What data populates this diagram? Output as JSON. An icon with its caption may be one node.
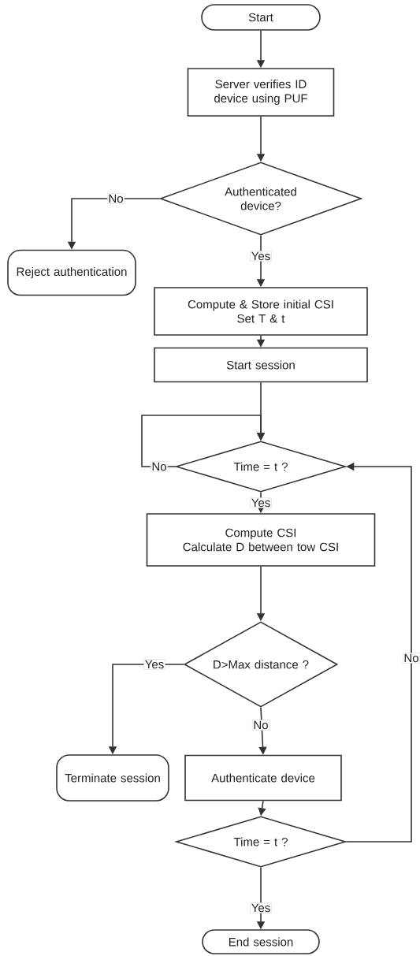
{
  "diagram": {
    "nodes": [
      {
        "text": [
          "Start"
        ]
      },
      {
        "text": [
          "Server verifies ID device using PUF"
        ]
      },
      {
        "text": [
          "Authenticated device?"
        ]
      },
      {
        "text": [
          "Reject authentication"
        ]
      },
      {
        "text": [
          "Compute & Store initial CSI",
          "Set T & t"
        ]
      },
      {
        "text": [
          "Start session"
        ]
      },
      {
        "text": [
          "Time = t ?"
        ]
      },
      {
        "text": [
          "Compute CSI",
          "Calculate D between tow CSI"
        ]
      },
      {
        "text": [
          "D>Max distance ?"
        ]
      },
      {
        "text": [
          "Terminate session"
        ]
      },
      {
        "text": [
          "Authenticate device"
        ]
      },
      {
        "text": [
          "Time = t ?"
        ]
      },
      {
        "text": [
          "End session"
        ]
      }
    ],
    "edges": [
      {
        "from": 0,
        "to": 1,
        "arrow": "to"
      },
      {
        "from": 1,
        "to": 2,
        "arrow": "to"
      },
      {
        "from": 2,
        "to": 3,
        "arrow": "to",
        "label": "No"
      },
      {
        "from": 2,
        "to": 4,
        "arrow": "to",
        "label": "Yes"
      },
      {
        "from": 4,
        "to": 5,
        "arrow": "to"
      },
      {
        "from": 5,
        "to": 6,
        "arrow": "to"
      },
      {
        "from": 6,
        "to": 6,
        "arrow": "to",
        "label": "No"
      },
      {
        "from": 6,
        "to": 7,
        "arrow": "to",
        "label": "Yes"
      },
      {
        "from": 7,
        "to": 8,
        "arrow": "to"
      },
      {
        "from": 8,
        "to": 9,
        "arrow": "to",
        "label": "Yes"
      },
      {
        "from": 8,
        "to": 10,
        "arrow": "to",
        "label": "No"
      },
      {
        "from": 10,
        "to": 11,
        "arrow": "to"
      },
      {
        "from": 11,
        "to": 6,
        "arrow": "to",
        "label": "No"
      },
      {
        "from": 11,
        "to": 12,
        "arrow": "to",
        "label": "Yes"
      }
    ]
  }
}
